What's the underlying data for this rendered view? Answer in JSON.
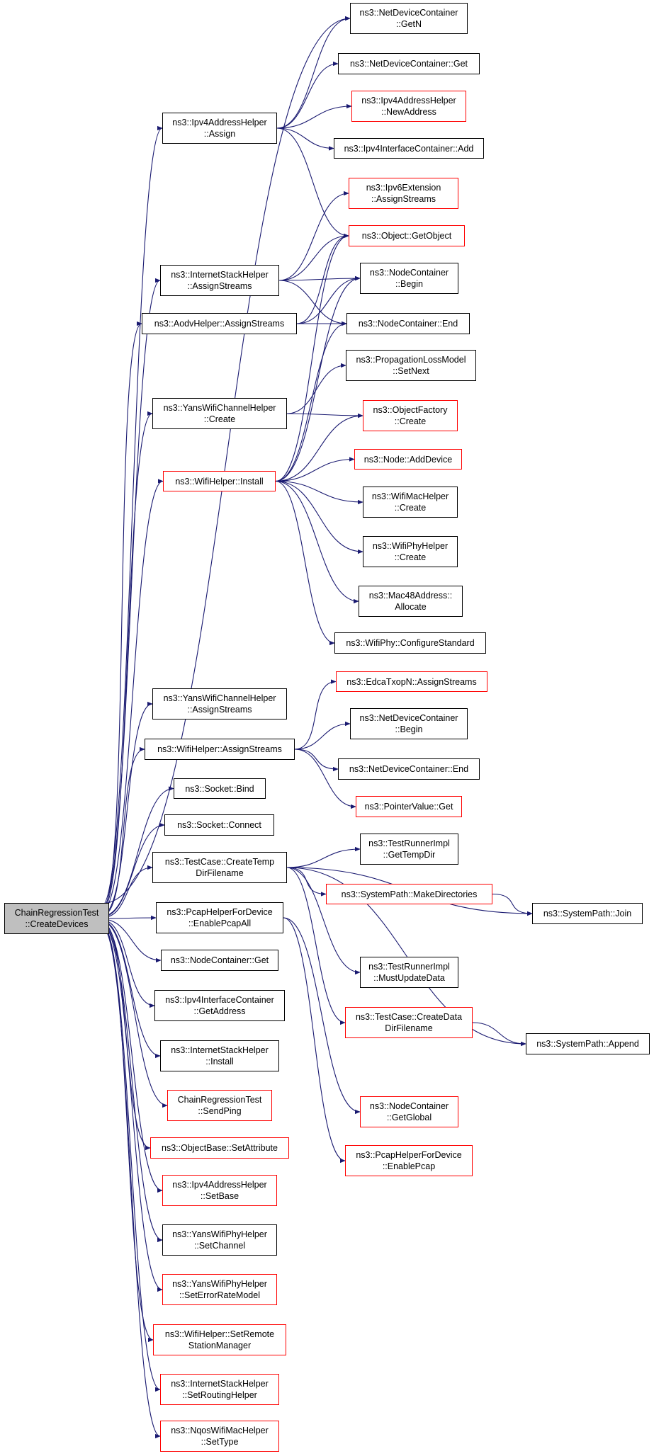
{
  "colors": {
    "edge": "#191970",
    "node_border": "#000000",
    "node_border_truncated": "#ff0000",
    "root_fill": "#bfbfbf"
  },
  "nodes": {
    "root": {
      "lines": [
        "ChainRegressionTest",
        "::CreateDevices"
      ],
      "truncated": false
    },
    "ipv4_assign": {
      "lines": [
        "ns3::Ipv4AddressHelper",
        "::Assign"
      ],
      "truncated": false
    },
    "internetstack_assignstreams": {
      "lines": [
        "ns3::InternetStackHelper",
        "::AssignStreams"
      ],
      "truncated": false
    },
    "aodv_assignstreams": {
      "lines": [
        "ns3::AodvHelper::AssignStreams"
      ],
      "truncated": false
    },
    "yanschannel_create": {
      "lines": [
        "ns3::YansWifiChannelHelper",
        "::Create"
      ],
      "truncated": false
    },
    "wifihelper_install": {
      "lines": [
        "ns3::WifiHelper::Install"
      ],
      "truncated": true
    },
    "yanschannel_assignstreams": {
      "lines": [
        "ns3::YansWifiChannelHelper",
        "::AssignStreams"
      ],
      "truncated": false
    },
    "wifihelper_assignstreams": {
      "lines": [
        "ns3::WifiHelper::AssignStreams"
      ],
      "truncated": false
    },
    "socket_bind": {
      "lines": [
        "ns3::Socket::Bind"
      ],
      "truncated": false
    },
    "socket_connect": {
      "lines": [
        "ns3::Socket::Connect"
      ],
      "truncated": false
    },
    "testcase_createtempdir": {
      "lines": [
        "ns3::TestCase::CreateTemp",
        "DirFilename"
      ],
      "truncated": false
    },
    "pcap_enableall": {
      "lines": [
        "ns3::PcapHelperForDevice",
        "::EnablePcapAll"
      ],
      "truncated": false
    },
    "nodecontainer_get": {
      "lines": [
        "ns3::NodeContainer::Get"
      ],
      "truncated": false
    },
    "ipv4ifc_getaddress": {
      "lines": [
        "ns3::Ipv4InterfaceContainer",
        "::GetAddress"
      ],
      "truncated": false
    },
    "internetstack_install": {
      "lines": [
        "ns3::InternetStackHelper",
        "::Install"
      ],
      "truncated": false
    },
    "chain_sendping": {
      "lines": [
        "ChainRegressionTest",
        "::SendPing"
      ],
      "truncated": true
    },
    "objectbase_setattribute": {
      "lines": [
        "ns3::ObjectBase::SetAttribute"
      ],
      "truncated": true
    },
    "ipv4_setbase": {
      "lines": [
        "ns3::Ipv4AddressHelper",
        "::SetBase"
      ],
      "truncated": true
    },
    "yansphy_setchannel": {
      "lines": [
        "ns3::YansWifiPhyHelper",
        "::SetChannel"
      ],
      "truncated": false
    },
    "yansphy_seterrorratemodel": {
      "lines": [
        "ns3::YansWifiPhyHelper",
        "::SetErrorRateModel"
      ],
      "truncated": true
    },
    "wifihelper_setremote": {
      "lines": [
        "ns3::WifiHelper::SetRemote",
        "StationManager"
      ],
      "truncated": true
    },
    "internetstack_setrouting": {
      "lines": [
        "ns3::InternetStackHelper",
        "::SetRoutingHelper"
      ],
      "truncated": true
    },
    "nqos_settype": {
      "lines": [
        "ns3::NqosWifiMacHelper",
        "::SetType"
      ],
      "truncated": true
    },
    "ndc_getn": {
      "lines": [
        "ns3::NetDeviceContainer",
        "::GetN"
      ],
      "truncated": false
    },
    "ndc_get": {
      "lines": [
        "ns3::NetDeviceContainer::Get"
      ],
      "truncated": false
    },
    "ipv4_newaddress": {
      "lines": [
        "ns3::Ipv4AddressHelper",
        "::NewAddress"
      ],
      "truncated": true
    },
    "ipv4ifc_add": {
      "lines": [
        "ns3::Ipv4InterfaceContainer::Add"
      ],
      "truncated": false
    },
    "ipv6ext_assignstreams": {
      "lines": [
        "ns3::Ipv6Extension",
        "::AssignStreams"
      ],
      "truncated": true
    },
    "object_getobject": {
      "lines": [
        "ns3::Object::GetObject"
      ],
      "truncated": true
    },
    "nodecontainer_begin": {
      "lines": [
        "ns3::NodeContainer",
        "::Begin"
      ],
      "truncated": false
    },
    "nodecontainer_end": {
      "lines": [
        "ns3::NodeContainer::End"
      ],
      "truncated": false
    },
    "proploss_setnext": {
      "lines": [
        "ns3::PropagationLossModel",
        "::SetNext"
      ],
      "truncated": false
    },
    "objectfactory_create": {
      "lines": [
        "ns3::ObjectFactory",
        "::Create"
      ],
      "truncated": true
    },
    "node_adddevice": {
      "lines": [
        "ns3::Node::AddDevice"
      ],
      "truncated": true
    },
    "wifimac_create": {
      "lines": [
        "ns3::WifiMacHelper",
        "::Create"
      ],
      "truncated": false
    },
    "wifiphy_create": {
      "lines": [
        "ns3::WifiPhyHelper",
        "::Create"
      ],
      "truncated": false
    },
    "mac48_allocate": {
      "lines": [
        "ns3::Mac48Address::",
        "Allocate"
      ],
      "truncated": false
    },
    "wifiphy_configurestandard": {
      "lines": [
        "ns3::WifiPhy::ConfigureStandard"
      ],
      "truncated": false
    },
    "edca_assignstreams": {
      "lines": [
        "ns3::EdcaTxopN::AssignStreams"
      ],
      "truncated": true
    },
    "ndc_begin": {
      "lines": [
        "ns3::NetDeviceContainer",
        "::Begin"
      ],
      "truncated": false
    },
    "ndc_end": {
      "lines": [
        "ns3::NetDeviceContainer::End"
      ],
      "truncated": false
    },
    "pointervalue_get": {
      "lines": [
        "ns3::PointerValue::Get"
      ],
      "truncated": true
    },
    "testrunner_gettempdir": {
      "lines": [
        "ns3::TestRunnerImpl",
        "::GetTempDir"
      ],
      "truncated": false
    },
    "systempath_makedirs": {
      "lines": [
        "ns3::SystemPath::MakeDirectories"
      ],
      "truncated": true
    },
    "testrunner_mustupdate": {
      "lines": [
        "ns3::TestRunnerImpl",
        "::MustUpdateData"
      ],
      "truncated": false
    },
    "testcase_createdatadir": {
      "lines": [
        "ns3::TestCase::CreateData",
        "DirFilename"
      ],
      "truncated": true
    },
    "nodecontainer_getglobal": {
      "lines": [
        "ns3::NodeContainer",
        "::GetGlobal"
      ],
      "truncated": true
    },
    "pcap_enablepcap": {
      "lines": [
        "ns3::PcapHelperForDevice",
        "::EnablePcap"
      ],
      "truncated": true
    },
    "systempath_join": {
      "lines": [
        "ns3::SystemPath::Join"
      ],
      "truncated": false
    },
    "systempath_append": {
      "lines": [
        "ns3::SystemPath::Append"
      ],
      "truncated": false
    }
  },
  "edges": [
    [
      "root",
      "ipv4_assign"
    ],
    [
      "root",
      "internetstack_assignstreams"
    ],
    [
      "root",
      "aodv_assignstreams"
    ],
    [
      "root",
      "yanschannel_create"
    ],
    [
      "root",
      "wifihelper_install"
    ],
    [
      "root",
      "yanschannel_assignstreams"
    ],
    [
      "root",
      "wifihelper_assignstreams"
    ],
    [
      "root",
      "socket_bind"
    ],
    [
      "root",
      "socket_connect"
    ],
    [
      "root",
      "testcase_createtempdir"
    ],
    [
      "root",
      "pcap_enableall"
    ],
    [
      "root",
      "nodecontainer_get"
    ],
    [
      "root",
      "ipv4ifc_getaddress"
    ],
    [
      "root",
      "internetstack_install"
    ],
    [
      "root",
      "chain_sendping"
    ],
    [
      "root",
      "objectbase_setattribute"
    ],
    [
      "root",
      "ipv4_setbase"
    ],
    [
      "root",
      "yansphy_setchannel"
    ],
    [
      "root",
      "yansphy_seterrorratemodel"
    ],
    [
      "root",
      "wifihelper_setremote"
    ],
    [
      "root",
      "internetstack_setrouting"
    ],
    [
      "root",
      "nqos_settype"
    ],
    [
      "root",
      "ndc_getn"
    ],
    [
      "ipv4_assign",
      "ndc_getn"
    ],
    [
      "ipv4_assign",
      "ndc_get"
    ],
    [
      "ipv4_assign",
      "ipv4_newaddress"
    ],
    [
      "ipv4_assign",
      "ipv4ifc_add"
    ],
    [
      "ipv4_assign",
      "object_getobject"
    ],
    [
      "internetstack_assignstreams",
      "ipv6ext_assignstreams"
    ],
    [
      "internetstack_assignstreams",
      "object_getobject"
    ],
    [
      "internetstack_assignstreams",
      "nodecontainer_begin"
    ],
    [
      "internetstack_assignstreams",
      "nodecontainer_end"
    ],
    [
      "aodv_assignstreams",
      "object_getobject"
    ],
    [
      "aodv_assignstreams",
      "nodecontainer_begin"
    ],
    [
      "aodv_assignstreams",
      "nodecontainer_end"
    ],
    [
      "yanschannel_create",
      "proploss_setnext"
    ],
    [
      "yanschannel_create",
      "objectfactory_create"
    ],
    [
      "wifihelper_install",
      "object_getobject"
    ],
    [
      "wifihelper_install",
      "nodecontainer_begin"
    ],
    [
      "wifihelper_install",
      "nodecontainer_end"
    ],
    [
      "wifihelper_install",
      "objectfactory_create"
    ],
    [
      "wifihelper_install",
      "node_adddevice"
    ],
    [
      "wifihelper_install",
      "wifimac_create"
    ],
    [
      "wifihelper_install",
      "wifiphy_create"
    ],
    [
      "wifihelper_install",
      "mac48_allocate"
    ],
    [
      "wifihelper_install",
      "wifiphy_configurestandard"
    ],
    [
      "wifihelper_assignstreams",
      "edca_assignstreams"
    ],
    [
      "wifihelper_assignstreams",
      "ndc_begin"
    ],
    [
      "wifihelper_assignstreams",
      "ndc_end"
    ],
    [
      "wifihelper_assignstreams",
      "pointervalue_get"
    ],
    [
      "testcase_createtempdir",
      "testrunner_gettempdir"
    ],
    [
      "testcase_createtempdir",
      "systempath_makedirs"
    ],
    [
      "testcase_createtempdir",
      "systempath_join"
    ],
    [
      "testcase_createtempdir",
      "testrunner_mustupdate"
    ],
    [
      "testcase_createtempdir",
      "testcase_createdatadir"
    ],
    [
      "testcase_createtempdir",
      "systempath_append"
    ],
    [
      "pcap_enableall",
      "nodecontainer_getglobal"
    ],
    [
      "pcap_enableall",
      "pcap_enablepcap"
    ],
    [
      "systempath_makedirs",
      "systempath_join"
    ],
    [
      "testcase_createdatadir",
      "systempath_append"
    ]
  ]
}
